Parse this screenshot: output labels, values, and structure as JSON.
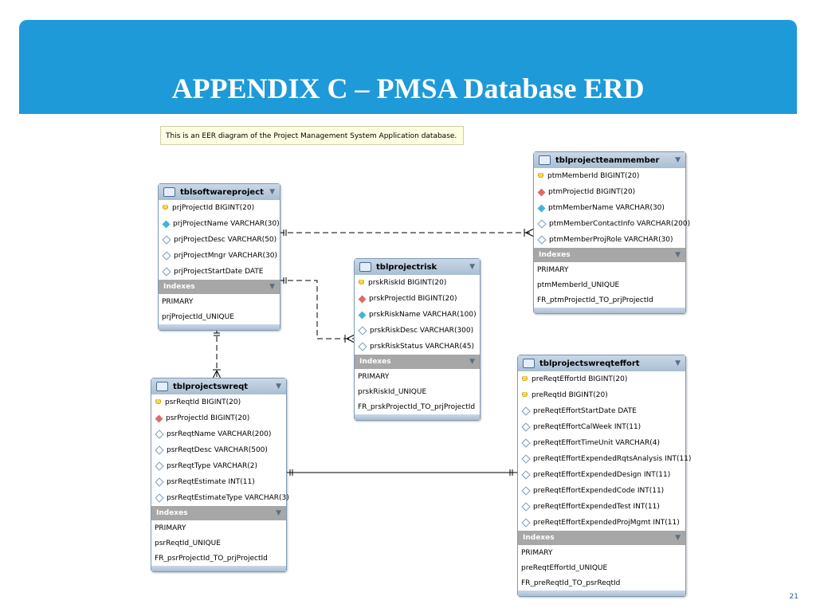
{
  "slide": {
    "title": "APPENDIX C – PMSA Database ERD",
    "page_number": "21"
  },
  "diagram": {
    "note": "This is an EER diagram of the Project Management System Application database.",
    "indexes_label": "Indexes",
    "tables": {
      "softwareproject": {
        "name": "tblsoftwareproject",
        "fields": [
          {
            "text": "prjProjectId BIGINT(20)",
            "icon": "key"
          },
          {
            "text": "prjProjectName VARCHAR(30)",
            "icon": "nn"
          },
          {
            "text": "prjProjectDesc VARCHAR(50)",
            "icon": "col"
          },
          {
            "text": "prjProjectMngr VARCHAR(30)",
            "icon": "col"
          },
          {
            "text": "prjProjectStartDate DATE",
            "icon": "col"
          }
        ],
        "indexes": [
          "PRIMARY",
          "prjProjectId_UNIQUE"
        ]
      },
      "projectteammember": {
        "name": "tblprojectteammember",
        "fields": [
          {
            "text": "ptmMemberId BIGINT(20)",
            "icon": "key"
          },
          {
            "text": "ptmProjectId BIGINT(20)",
            "icon": "fk"
          },
          {
            "text": "ptmMemberName VARCHAR(30)",
            "icon": "nn"
          },
          {
            "text": "ptmMemberContactInfo VARCHAR(200)",
            "icon": "col"
          },
          {
            "text": "ptmMemberProjRole VARCHAR(30)",
            "icon": "col"
          }
        ],
        "indexes": [
          "PRIMARY",
          "ptmMemberId_UNIQUE",
          "FR_ptmProjectId_TO_prjProjectId"
        ]
      },
      "projectrisk": {
        "name": "tblprojectrisk",
        "fields": [
          {
            "text": "prskRiskId BIGINT(20)",
            "icon": "key"
          },
          {
            "text": "prskProjectId BIGINT(20)",
            "icon": "fk"
          },
          {
            "text": "prskRiskName VARCHAR(100)",
            "icon": "nn"
          },
          {
            "text": "prskRiskDesc VARCHAR(300)",
            "icon": "col"
          },
          {
            "text": "prskRiskStatus VARCHAR(45)",
            "icon": "col"
          }
        ],
        "indexes": [
          "PRIMARY",
          "prskRiskId_UNIQUE",
          "FR_prskProjectId_TO_prjProjectId"
        ]
      },
      "projectswreqt": {
        "name": "tblprojectswreqt",
        "fields": [
          {
            "text": "psrReqtId BIGINT(20)",
            "icon": "key"
          },
          {
            "text": "psrProjectId BIGINT(20)",
            "icon": "fk"
          },
          {
            "text": "psrReqtName VARCHAR(200)",
            "icon": "col"
          },
          {
            "text": "psrReqtDesc VARCHAR(500)",
            "icon": "col"
          },
          {
            "text": "psrReqtType VARCHAR(2)",
            "icon": "col"
          },
          {
            "text": "psrReqtEstimate INT(11)",
            "icon": "col"
          },
          {
            "text": "psrReqtEstimateType VARCHAR(3)",
            "icon": "col"
          }
        ],
        "indexes": [
          "PRIMARY",
          "psrReqtId_UNIQUE",
          "FR_psrProjectId_TO_prjProjectId"
        ]
      },
      "projectswreqteffort": {
        "name": "tblprojectswreqteffort",
        "fields": [
          {
            "text": "preReqtEffortId BIGINT(20)",
            "icon": "key"
          },
          {
            "text": "preReqtId BIGINT(20)",
            "icon": "key"
          },
          {
            "text": "preReqtEffortStartDate DATE",
            "icon": "col"
          },
          {
            "text": "preReqtEffortCalWeek INT(11)",
            "icon": "col"
          },
          {
            "text": "preReqtEffortTimeUnit VARCHAR(4)",
            "icon": "col"
          },
          {
            "text": "preReqtEffortExpendedRqtsAnalysis INT(11)",
            "icon": "col"
          },
          {
            "text": "preReqtEffortExpendedDesign INT(11)",
            "icon": "col"
          },
          {
            "text": "preReqtEffortExpendedCode INT(11)",
            "icon": "col"
          },
          {
            "text": "preReqtEffortExpendedTest INT(11)",
            "icon": "col"
          },
          {
            "text": "preReqtEffortExpendedProjMgmt INT(11)",
            "icon": "col"
          }
        ],
        "indexes": [
          "PRIMARY",
          "preReqtEffortId_UNIQUE",
          "FR_preReqtId_TO_psrReqtId"
        ]
      }
    },
    "relationships": [
      {
        "from": "tblsoftwareproject",
        "to": "tblprojectteammember",
        "style": "dashed"
      },
      {
        "from": "tblsoftwareproject",
        "to": "tblprojectrisk",
        "style": "dashed"
      },
      {
        "from": "tblsoftwareproject",
        "to": "tblprojectswreqt",
        "style": "dashed"
      },
      {
        "from": "tblprojectswreqt",
        "to": "tblprojectswreqteffort",
        "style": "solid"
      }
    ]
  }
}
